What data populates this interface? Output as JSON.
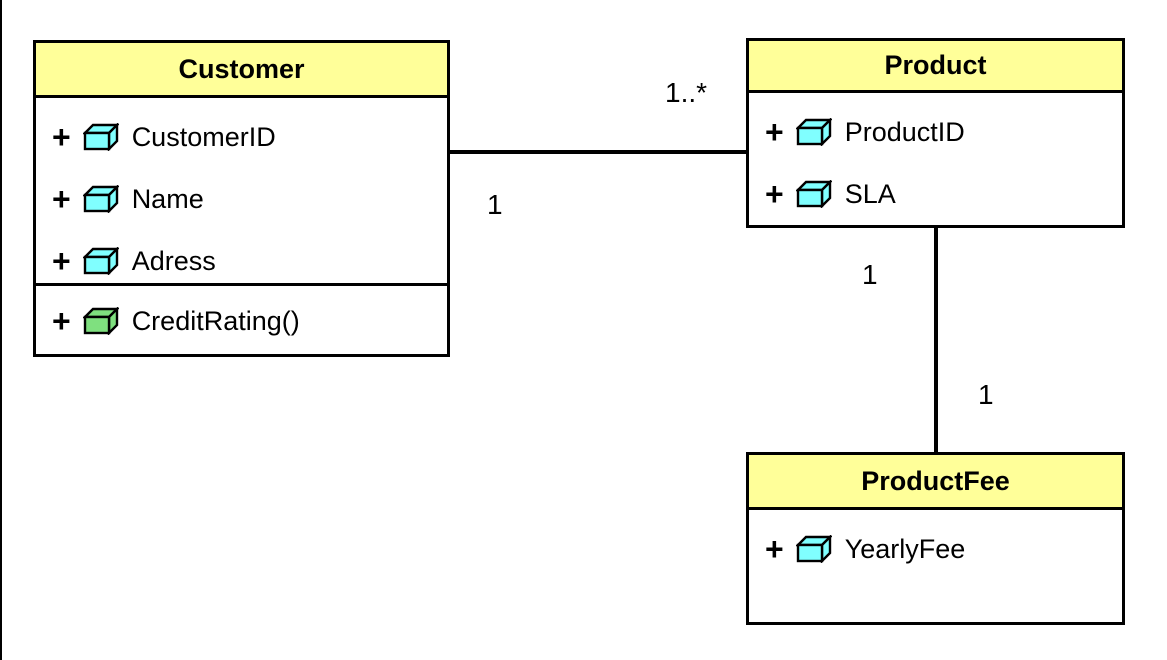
{
  "diagram": {
    "type": "uml-class-diagram",
    "classes": [
      {
        "name": "Customer",
        "attributes": [
          {
            "visibility": "+",
            "name": "CustomerID"
          },
          {
            "visibility": "+",
            "name": "Name"
          },
          {
            "visibility": "+",
            "name": "Adress"
          }
        ],
        "operations": [
          {
            "visibility": "+",
            "name": "CreditRating()"
          }
        ]
      },
      {
        "name": "Product",
        "attributes": [
          {
            "visibility": "+",
            "name": "ProductID"
          },
          {
            "visibility": "+",
            "name": "SLA"
          }
        ],
        "operations": []
      },
      {
        "name": "ProductFee",
        "attributes": [
          {
            "visibility": "+",
            "name": "YearlyFee"
          }
        ],
        "operations": []
      }
    ],
    "associations": [
      {
        "from": "Customer",
        "to": "Product",
        "from_multiplicity": "1",
        "to_multiplicity": "1..*"
      },
      {
        "from": "Product",
        "to": "ProductFee",
        "from_multiplicity": "1",
        "to_multiplicity": "1"
      }
    ],
    "colors": {
      "class_header_fill": "#FFFF99",
      "attribute_icon_fill": "#80FFFF",
      "operation_icon_fill": "#7FE07F",
      "border": "#000000",
      "background": "#FFFFFF"
    }
  }
}
